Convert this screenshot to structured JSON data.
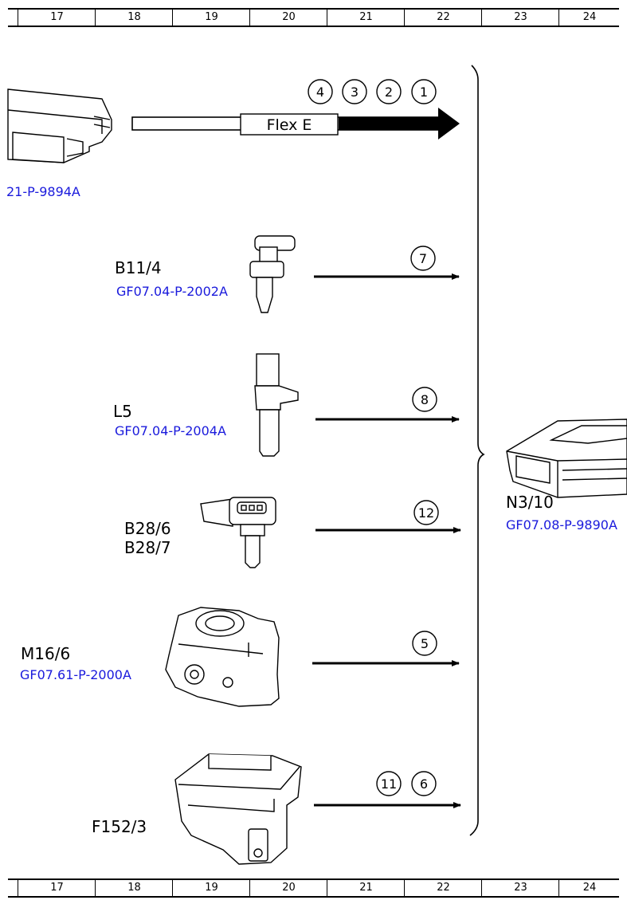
{
  "ruler": {
    "columns": [
      "17",
      "18",
      "19",
      "20",
      "21",
      "22",
      "23",
      "24"
    ]
  },
  "bus": {
    "label": "Flex E",
    "badges": [
      "4",
      "3",
      "2",
      "1"
    ]
  },
  "components": [
    {
      "id": "b11-4",
      "code": "B11/4",
      "ref": "GF07.04-P-2002A",
      "badges": [
        "7"
      ]
    },
    {
      "id": "l5",
      "code": "L5",
      "ref": "GF07.04-P-2004A",
      "badges": [
        "8"
      ]
    },
    {
      "id": "b28",
      "code": "B28/6\nB28/7",
      "ref": "",
      "badges": [
        "12"
      ]
    },
    {
      "id": "m16-6",
      "code": "M16/6",
      "ref": "GF07.61-P-2000A",
      "badges": [
        "5"
      ]
    },
    {
      "id": "f152-3",
      "code": "F152/3",
      "ref": "",
      "badges": [
        "11",
        "6"
      ]
    }
  ],
  "top_module": {
    "ref": "21-P-9894A"
  },
  "target": {
    "code": "N3/10",
    "ref": "GF07.08-P-9890A"
  }
}
